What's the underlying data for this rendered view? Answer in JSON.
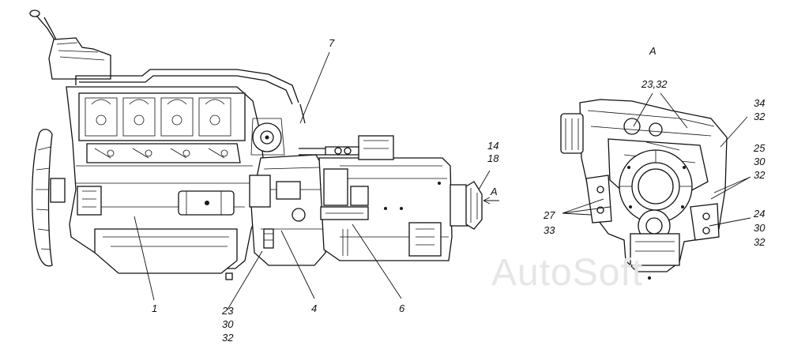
{
  "labels": {
    "l1": "1",
    "l4": "4",
    "l6": "6",
    "l7": "7",
    "l14": "14",
    "l18": "18",
    "lA_arrow": "A",
    "lA_view": "A",
    "l23_32": "23,32",
    "l23b": "23",
    "l30b": "30",
    "l32b": "32",
    "l34": "34",
    "l32c": "32",
    "l25": "25",
    "l30c": "30",
    "l32d": "32",
    "l27": "27",
    "l33": "33",
    "l24": "24",
    "l30e": "30",
    "l32e": "32"
  },
  "watermark": "AutoSoft"
}
